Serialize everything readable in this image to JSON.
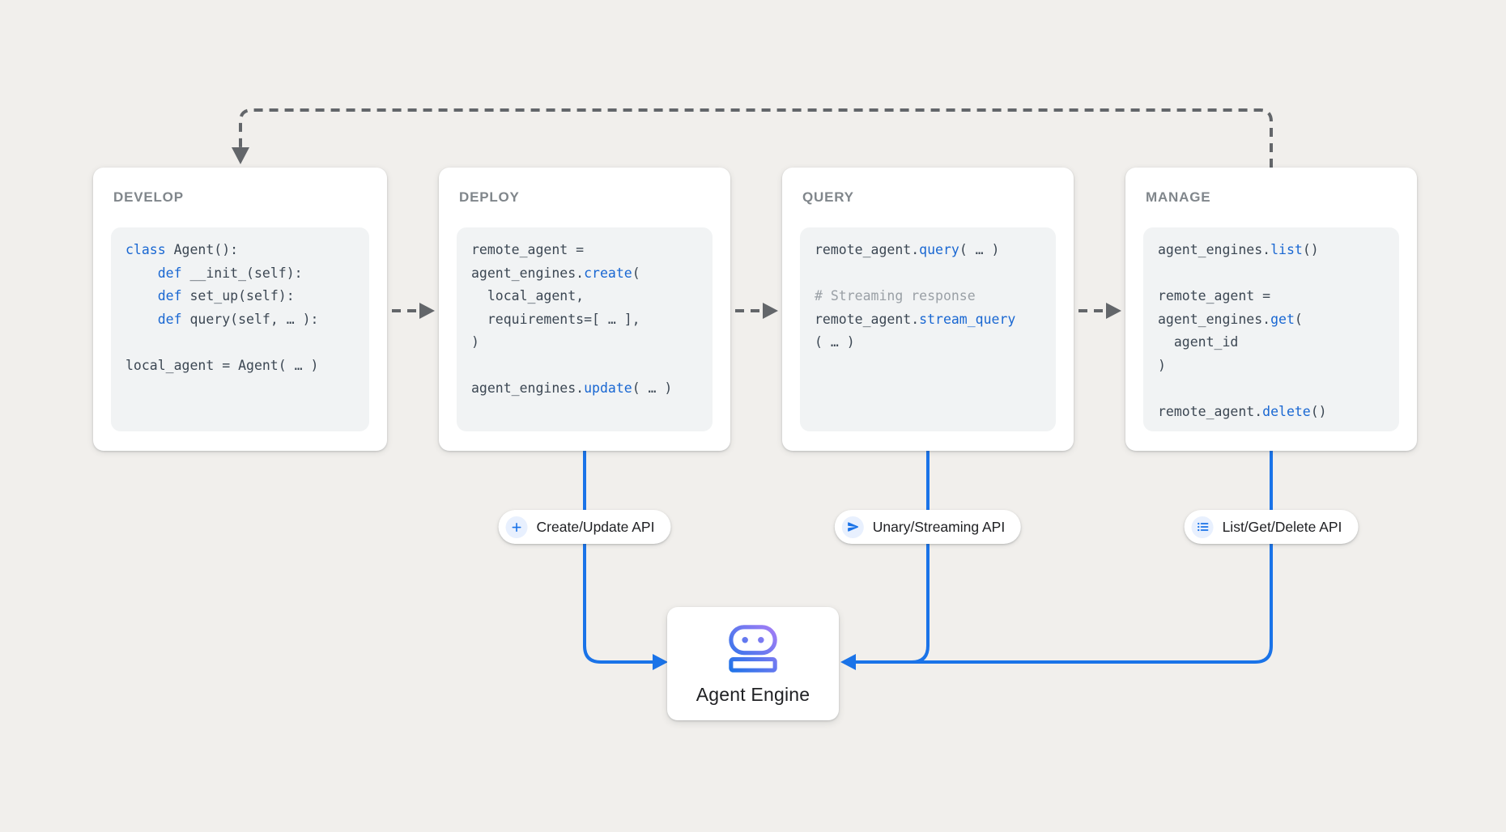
{
  "colors": {
    "page_bg": "#f1efec",
    "accent_blue": "#1a73e8",
    "code_keyword": "#1967d2",
    "code_text": "#3c4753",
    "code_comment": "#9aa0a6",
    "card_title": "#80868b",
    "dash_gray": "#63666a",
    "label_dark": "#202124",
    "code_bg": "#f1f3f4",
    "icon_chip_bg": "#e8f0fe",
    "robot_gradient_start": "#1a73e8",
    "robot_gradient_end": "#ab7ef6"
  },
  "cards": [
    {
      "title": "DEVELOP",
      "code": [
        [
          {
            "t": "class ",
            "s": "kw"
          },
          {
            "t": "Agent():",
            "s": "tx"
          }
        ],
        [
          {
            "t": "    ",
            "s": "tx"
          },
          {
            "t": "def ",
            "s": "kw"
          },
          {
            "t": "__init_(self):",
            "s": "tx"
          }
        ],
        [
          {
            "t": "    ",
            "s": "tx"
          },
          {
            "t": "def ",
            "s": "kw"
          },
          {
            "t": "set_up(self):",
            "s": "tx"
          }
        ],
        [
          {
            "t": "    ",
            "s": "tx"
          },
          {
            "t": "def ",
            "s": "kw"
          },
          {
            "t": "query(self, … ):",
            "s": "tx"
          }
        ],
        [],
        [
          {
            "t": "local_agent = Agent( … )",
            "s": "tx"
          }
        ]
      ]
    },
    {
      "title": "DEPLOY",
      "code": [
        [
          {
            "t": "remote_agent =",
            "s": "tx"
          }
        ],
        [
          {
            "t": "agent_engines.",
            "s": "tx"
          },
          {
            "t": "create",
            "s": "kw"
          },
          {
            "t": "(",
            "s": "tx"
          }
        ],
        [
          {
            "t": "  local_agent,",
            "s": "tx"
          }
        ],
        [
          {
            "t": "  requirements=[ … ],",
            "s": "tx"
          }
        ],
        [
          {
            "t": ")",
            "s": "tx"
          }
        ],
        [],
        [
          {
            "t": "agent_engines.",
            "s": "tx"
          },
          {
            "t": "update",
            "s": "kw"
          },
          {
            "t": "( … )",
            "s": "tx"
          }
        ]
      ]
    },
    {
      "title": "QUERY",
      "code": [
        [
          {
            "t": "remote_agent.",
            "s": "tx"
          },
          {
            "t": "query",
            "s": "kw"
          },
          {
            "t": "( … )",
            "s": "tx"
          }
        ],
        [],
        [
          {
            "t": "# Streaming response",
            "s": "cm"
          }
        ],
        [
          {
            "t": "remote_agent.",
            "s": "tx"
          },
          {
            "t": "stream_query",
            "s": "kw"
          }
        ],
        [
          {
            "t": "( … )",
            "s": "tx"
          }
        ]
      ]
    },
    {
      "title": "MANAGE",
      "code": [
        [
          {
            "t": "agent_engines.",
            "s": "tx"
          },
          {
            "t": "list",
            "s": "kw"
          },
          {
            "t": "()",
            "s": "tx"
          }
        ],
        [],
        [
          {
            "t": "remote_agent =",
            "s": "tx"
          }
        ],
        [
          {
            "t": "agent_engines.",
            "s": "tx"
          },
          {
            "t": "get",
            "s": "kw"
          },
          {
            "t": "(",
            "s": "tx"
          }
        ],
        [
          {
            "t": "  agent_id",
            "s": "tx"
          }
        ],
        [
          {
            "t": ")",
            "s": "tx"
          }
        ],
        [],
        [
          {
            "t": "remote_agent.",
            "s": "tx"
          },
          {
            "t": "delete",
            "s": "kw"
          },
          {
            "t": "()",
            "s": "tx"
          }
        ]
      ]
    }
  ],
  "pills": [
    {
      "label": "Create/Update API",
      "icon": "plus-icon"
    },
    {
      "label": "Unary/Streaming API",
      "icon": "send-icon"
    },
    {
      "label": "List/Get/Delete API",
      "icon": "list-icon"
    }
  ],
  "engine": {
    "label": "Agent Engine",
    "icon": "robot-icon"
  }
}
